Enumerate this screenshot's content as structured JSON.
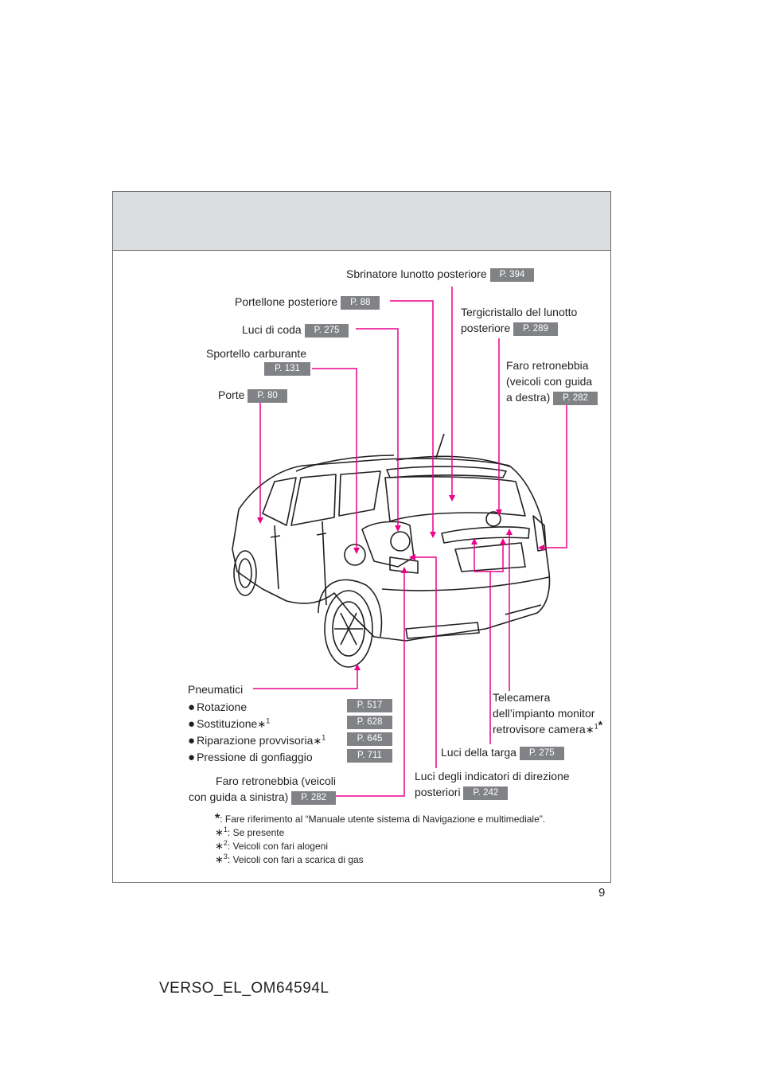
{
  "labels": {
    "sbrinatore": {
      "text": "Sbrinatore lunotto posteriore",
      "page": "P. 394"
    },
    "portellone": {
      "text": "Portellone posteriore",
      "page": "P. 88"
    },
    "tergicristallo": {
      "line1": "Tergicristallo del lunotto",
      "line2": "posteriore",
      "page": "P. 289"
    },
    "luci_coda": {
      "text": "Luci di coda",
      "page": "P. 275"
    },
    "sportello": {
      "text": "Sportello carburante",
      "page": "P. 131"
    },
    "faro_destra": {
      "line1": "Faro retronebbia",
      "line2": "(veicoli con guida",
      "line3": "a destra)",
      "page": "P. 282"
    },
    "porte": {
      "text": "Porte",
      "page": "P. 80"
    },
    "pneumatici": {
      "title": "Pneumatici",
      "items": [
        {
          "text": "Rotazione",
          "page": "P. 517"
        },
        {
          "text": "Sostituzione",
          "mark": "∗",
          "sup": "1",
          "page": "P. 628"
        },
        {
          "text": "Riparazione provvisoria",
          "mark": "∗",
          "sup": "1",
          "page": "P. 645"
        },
        {
          "text": "Pressione di gonfiaggio",
          "page": "P. 711"
        }
      ],
      "bullet": "●"
    },
    "telecamera": {
      "line1": "Telecamera",
      "line2": "dell’impianto monitor",
      "line3": "retrovisore camera",
      "mark": "∗",
      "sup": "1",
      "mark2": "*"
    },
    "luci_targa": {
      "text": "Luci della targa",
      "page": "P. 275"
    },
    "faro_sinistra": {
      "line1": "Faro retronebbia (veicoli",
      "line2": "con guida a sinistra)",
      "page": "P. 282"
    },
    "indicatori": {
      "line1": "Luci degli indicatori di direzione",
      "line2": "posteriori",
      "page": "P. 242"
    }
  },
  "footnotes": [
    {
      "mark": "*",
      "sup": "",
      "text": ": Fare riferimento al “Manuale utente sistema di Navigazione e multimediale”."
    },
    {
      "mark": "∗",
      "sup": "1",
      "text": ": Se presente"
    },
    {
      "mark": "∗",
      "sup": "2",
      "text": ": Veicoli con fari alogeni"
    },
    {
      "mark": "∗",
      "sup": "3",
      "text": ": Veicoli con fari a scarica di gas"
    }
  ],
  "page_number": "9",
  "doc_code": "VERSO_EL_OM64594L",
  "colors": {
    "leader": "#ec008c",
    "badge": "#808285",
    "header": "#dcddde"
  }
}
